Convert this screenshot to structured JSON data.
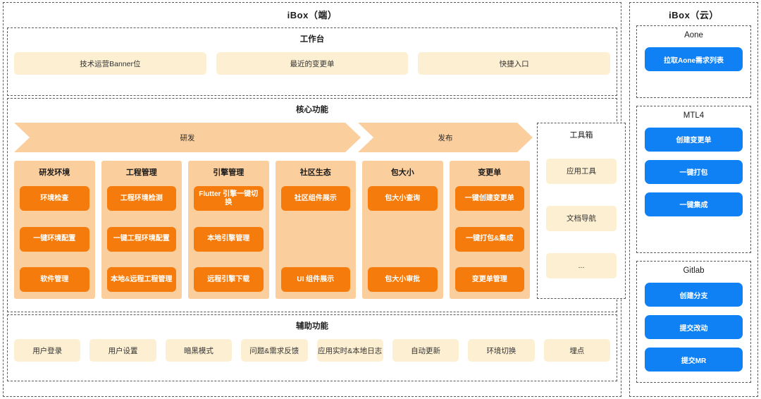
{
  "left_panel": {
    "title": "iBox（端）",
    "workbench": {
      "title": "工作台",
      "items": [
        {
          "label": "技术运营Banner位"
        },
        {
          "label": "最近的变更单"
        },
        {
          "label": "快捷入口"
        }
      ]
    },
    "core": {
      "title": "核心功能",
      "arrows": [
        {
          "label": "研发"
        },
        {
          "label": "发布"
        }
      ],
      "columns": [
        {
          "title": "研发环境",
          "items": [
            {
              "label": "环境检查",
              "spacer": false
            },
            {
              "label": "一键环境配置",
              "spacer": false
            },
            {
              "label": "软件管理",
              "spacer": false
            }
          ]
        },
        {
          "title": "工程管理",
          "items": [
            {
              "label": "工程环境检测",
              "spacer": false
            },
            {
              "label": "一键工程环境配置",
              "spacer": false
            },
            {
              "label": "本地&远程工程管理",
              "spacer": false
            }
          ]
        },
        {
          "title": "引擎管理",
          "items": [
            {
              "label": "Flutter 引擎一键切换",
              "spacer": false
            },
            {
              "label": "本地引擎管理",
              "spacer": false
            },
            {
              "label": "远程引擎下载",
              "spacer": false
            }
          ]
        },
        {
          "title": "社区生态",
          "items": [
            {
              "label": "社区组件展示",
              "spacer": false
            },
            {
              "label": "",
              "spacer": true
            },
            {
              "label": "UI 组件展示",
              "spacer": false
            }
          ]
        },
        {
          "title": "包大小",
          "items": [
            {
              "label": "包大小查询",
              "spacer": false
            },
            {
              "label": "",
              "spacer": true
            },
            {
              "label": "包大小审批",
              "spacer": false
            }
          ]
        },
        {
          "title": "变更单",
          "items": [
            {
              "label": "一键创建变更单",
              "spacer": false
            },
            {
              "label": "一键打包&集成",
              "spacer": false
            },
            {
              "label": "变更单管理",
              "spacer": false
            }
          ]
        }
      ],
      "toolbox": {
        "title": "工具箱",
        "items": [
          {
            "label": "应用工具"
          },
          {
            "label": "文档导航"
          },
          {
            "label": "..."
          }
        ]
      }
    },
    "auxiliary": {
      "title": "辅助功能",
      "items": [
        {
          "label": "用户登录"
        },
        {
          "label": "用户设置"
        },
        {
          "label": "暗黑模式"
        },
        {
          "label": "问题&需求反馈"
        },
        {
          "label": "应用实时&本地日志"
        },
        {
          "label": "自动更新"
        },
        {
          "label": "环境切换"
        },
        {
          "label": "埋点"
        }
      ]
    }
  },
  "right_panel": {
    "title": "iBox（云）",
    "groups": [
      {
        "title": "Aone",
        "buttons": [
          {
            "label": "拉取Aone需求列表"
          }
        ]
      },
      {
        "title": "MTL4",
        "buttons": [
          {
            "label": "创建变更单"
          },
          {
            "label": "一键打包"
          },
          {
            "label": "一键集成"
          }
        ]
      },
      {
        "title": "Gitlab",
        "buttons": [
          {
            "label": "创建分支"
          },
          {
            "label": "提交改动"
          },
          {
            "label": "提交MR"
          }
        ]
      }
    ]
  },
  "colors": {
    "orange_button": "#F57C0C",
    "column_bg": "#FBCE9D",
    "chip_bg": "#FDEFD2",
    "blue_button": "#1080F5",
    "frame_border": "#595959"
  }
}
